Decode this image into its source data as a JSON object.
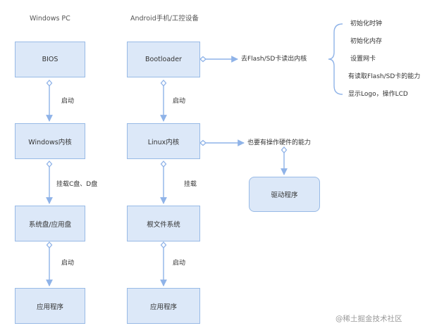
{
  "columns": {
    "pc": "Windows PC",
    "android": "Android手机/工控设备"
  },
  "pc_nodes": {
    "bios": "BIOS",
    "kernel": "Windows内核",
    "disk": "系统盘/应用盘",
    "app": "应用程序"
  },
  "android_nodes": {
    "bootloader": "Bootloader",
    "kernel": "Linux内核",
    "rootfs": "根文件系统",
    "app": "应用程序"
  },
  "driver_node": "驱动程序",
  "edge_labels": {
    "pc_boot1": "启动",
    "pc_mount": "挂载C盘、D盘",
    "pc_boot2": "启动",
    "and_boot1": "启动",
    "and_mount": "挂载",
    "and_boot2": "启动"
  },
  "bootloader_read": "去Flash/SD卡读出内核",
  "bootloader_tasks": [
    "初始化时钟",
    "初始化内存",
    "设置网卡",
    "有读取Flash/SD卡的能力",
    "显示Logo，操作LCD"
  ],
  "kernel_hw": "也要有操作硬件的能力",
  "watermark": "@稀土掘金技术社区",
  "colors": {
    "node_fill": "#dce8f8",
    "node_border": "#98bae6",
    "line": "#8fb3e8"
  }
}
